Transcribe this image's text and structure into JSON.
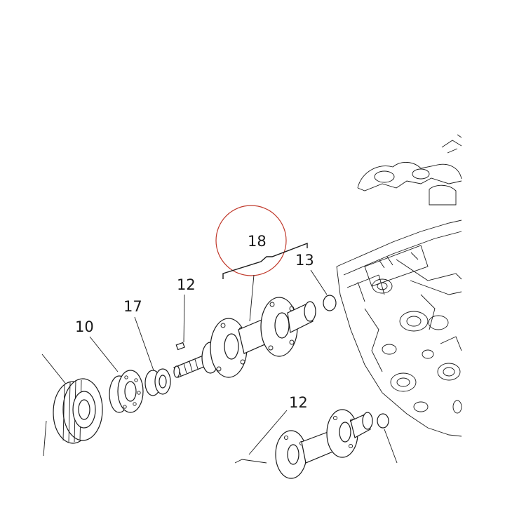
{
  "colors": {
    "line": "#1a1a1a",
    "highlight_circle": "#c0392b",
    "background": "#ffffff"
  },
  "callouts": {
    "c18": "18",
    "c13": "13",
    "c12_top": "12",
    "c17": "17",
    "c10": "10",
    "c12_bottom": "12"
  }
}
